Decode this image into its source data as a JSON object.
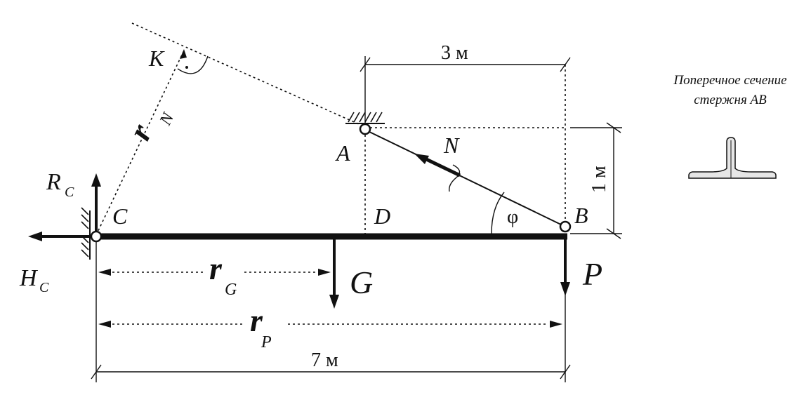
{
  "labels": {
    "K": "K",
    "r_main": "r",
    "r_N_sub": "N",
    "A": "A",
    "N": "N",
    "D": "D",
    "B": "B",
    "C": "C",
    "R": "R",
    "R_sub": "C",
    "H": "H",
    "H_sub": "C",
    "phi": "φ",
    "G": "G",
    "P": "P",
    "r_G_sub": "G",
    "r_P_sub": "P"
  },
  "dimensions": {
    "top": "3 м",
    "side": "1 м",
    "bottom": "7 м"
  },
  "section": {
    "title_line1": "Поперечное сечение",
    "title_line2": "стержня АВ"
  },
  "colors": {
    "ink": "#111111",
    "section_fill": "#e6e6e6"
  }
}
